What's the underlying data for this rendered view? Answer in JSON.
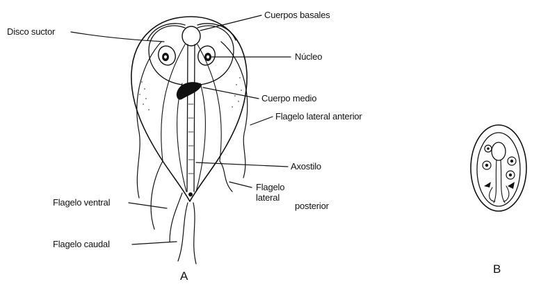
{
  "figure_a": {
    "panel_label": "A",
    "labels": {
      "cuerpos_basales": "Cuerpos basales",
      "disco_suctor": "Disco suctor",
      "nucleo": "Núcleo",
      "cuerpo_medio": "Cuerpo medio",
      "flagelo_lateral_anterior": "Flagelo lateral anterior",
      "axostilo": "Axostilo",
      "flagelo_lateral_posterior_l1": "Flagelo",
      "flagelo_lateral_posterior_l2": "lateral",
      "flagelo_lateral_posterior_l3": "posterior",
      "flagelo_ventral": "Flagelo ventral",
      "flagelo_caudal": "Flagelo caudal"
    }
  },
  "figure_b": {
    "panel_label": "B"
  }
}
